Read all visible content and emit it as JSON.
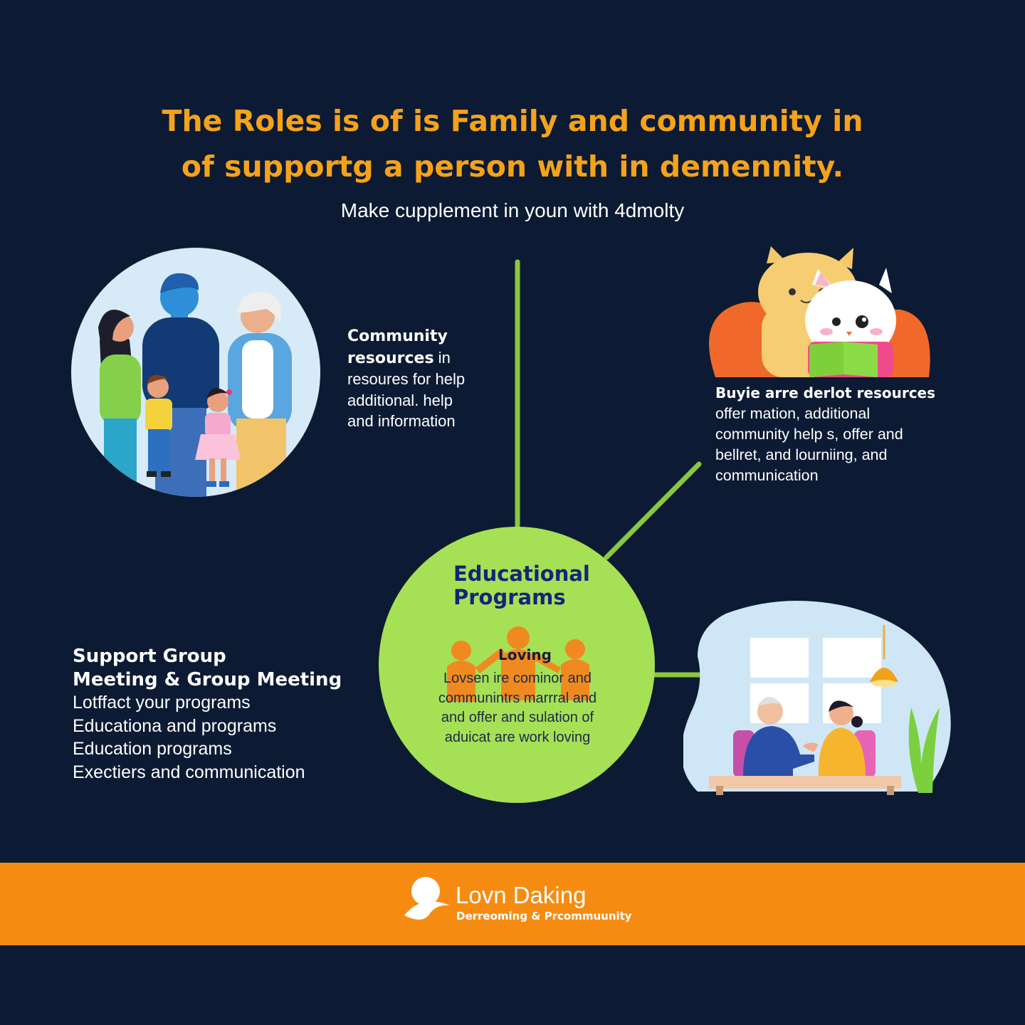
{
  "header": {
    "title_line1": "The Roles is of is Family and community in",
    "title_line2": "of supportg a person with in demennity.",
    "subtitle": "Make cupplement in youn with 4dmolty"
  },
  "community": {
    "heading_line1": "Community",
    "heading_line2_bold": "resources",
    "heading_line2_rest": " in",
    "lines": [
      "resoures for help",
      "additional. help",
      "and information"
    ]
  },
  "right_top": {
    "heading": "Buyie arre derlot resources",
    "lines": [
      "offer mation, additional",
      "community help s, offer and",
      "bellret, and lourniing, and",
      "communication"
    ]
  },
  "support": {
    "heading_line1": "Support Group",
    "heading_line2": "Meeting & Group Meeting",
    "lines": [
      "Lotffact your programs",
      "Educationa and programs",
      "Education programs",
      "Exectiers and communication"
    ]
  },
  "educational": {
    "title_line1": "Educational",
    "title_line2": "Programs",
    "label": "Loving",
    "lines": [
      "Lovsen ire cominor and",
      "communintrs marrral and",
      "and offer and sulation of",
      "aduicat are work loving"
    ]
  },
  "footer": {
    "brand": "Lovn Daking",
    "tagline": "Derreoming & Prcommuunity"
  },
  "colors": {
    "background": "#0c1b33",
    "title": "#f5a21b",
    "accent_green": "#a6e055",
    "footer_orange": "#f68b12",
    "edu_title": "#15247a"
  },
  "icons": [
    "family-illustration",
    "cats-reading-illustration",
    "people-group-icon",
    "meeting-illustration",
    "brand-logo-icon"
  ]
}
